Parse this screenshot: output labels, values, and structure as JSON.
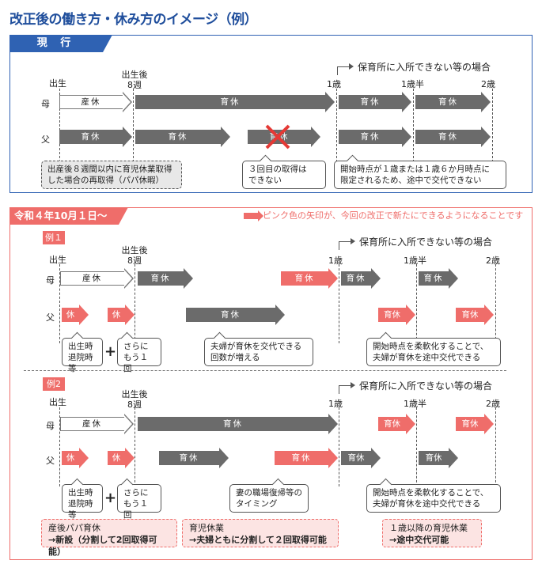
{
  "title": "改正後の働き方・休み方のイメージ（例）",
  "current": {
    "tab": "現 行",
    "label_birth": "出生",
    "label_8w_1": "出生後",
    "label_8w_2": "8週",
    "label_1y": "1歳",
    "label_15y": "1歳半",
    "label_2y": "2歳",
    "nursery_note": "保育所に入所できない等の場合",
    "row_mother": "母",
    "row_father": "父",
    "arrow_maternity": "産休",
    "arrow_childcare": "育休",
    "callout_papa": [
      "出産後８週間以内に育児休業取得",
      "した場合の再取得（パパ休暇）"
    ],
    "callout_third": [
      "３回目の取得は",
      "できない"
    ],
    "callout_start": [
      "開始時点が１歳または１歳６か月時点に",
      "限定されるため、途中で交代できない"
    ]
  },
  "new": {
    "tab": "令和４年10月１日～",
    "pink_note": "ピンク色の矢印が、今回の改正で新たにできるようになることです",
    "ex1": "例１",
    "ex2": "例2",
    "label_birth": "出生",
    "label_8w_1": "出生後",
    "label_8w_2": "8週",
    "label_1y": "1歳",
    "label_15y": "1歳半",
    "label_2y": "2歳",
    "nursery_note": "保育所に入所できない等の場合",
    "row_mother": "母",
    "row_father": "父",
    "arrow_maternity": "産休",
    "arrow_childcare": "育休",
    "arrow_short": "休",
    "ex1_callout_a": [
      "出生時",
      "退院時等"
    ],
    "ex1_callout_b": [
      "さらに",
      "もう１回"
    ],
    "ex1_callout_swap": [
      "夫婦が育休を交代できる",
      "回数が増える"
    ],
    "ex1_callout_flex": [
      "開始時点を柔軟化することで、",
      "夫婦が育休を途中交代できる"
    ],
    "ex2_callout_a": [
      "出生時",
      "退院時等"
    ],
    "ex2_callout_b": [
      "さらに",
      "もう１回"
    ],
    "ex2_callout_return": [
      "妻の職場復帰等の",
      "タイミング"
    ],
    "ex2_callout_flex": [
      "開始時点を柔軟化することで、",
      "夫婦が育休を途中交代できる"
    ],
    "box_papa": [
      "産後パパ育休",
      "→新設（分割して2回取得可能）"
    ],
    "box_childcare": [
      "育児休業",
      "→夫婦ともに分割して２回取得可能"
    ],
    "box_after1y": [
      "１歳以降の育児休業",
      "→途中交代可能"
    ]
  },
  "colors": {
    "blue": "#2f62b3",
    "pink": "#ef6d6a",
    "gray": "#6b6b6b"
  }
}
